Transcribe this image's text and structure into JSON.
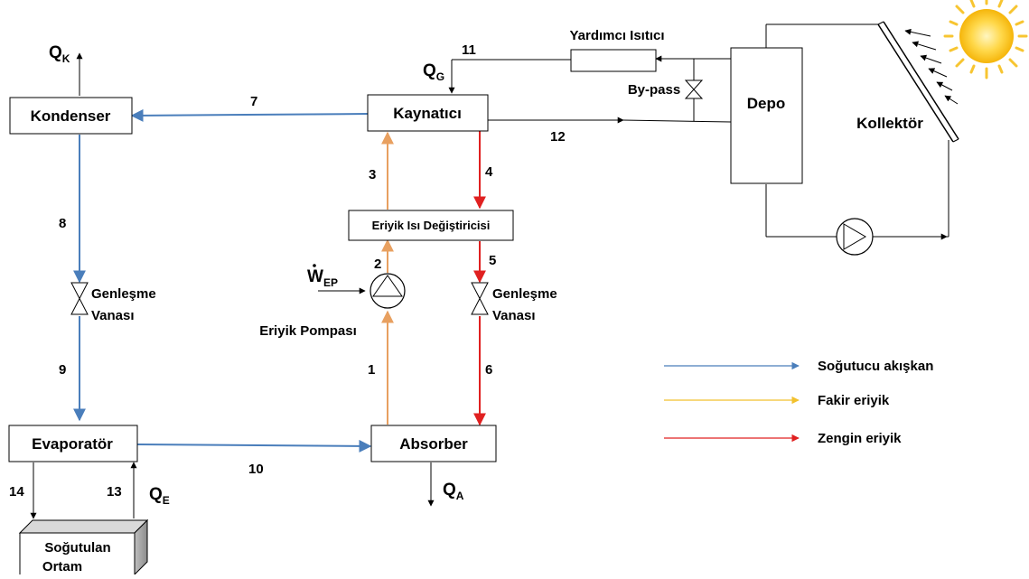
{
  "components": {
    "kondenser": "Kondenser",
    "kaynatici": "Kaynatıcı",
    "esd": "Eriyik Isı Değiştiricisi",
    "absorber": "Absorber",
    "evaporator": "Evaporatör",
    "depo": "Depo",
    "kollektor": "Kollektör",
    "yardimci": "Yardımcı Isıtıcı",
    "bypass": "By-pass",
    "pompa": "Eriyik Pompası",
    "genlesme": "Genleşme",
    "vanasi": "Vanası",
    "ortam_line1": "Soğutulan",
    "ortam_line2": "Ortam"
  },
  "heat": {
    "qk": {
      "main": "Q",
      "sub": "K"
    },
    "qg": {
      "main": "Q",
      "sub": "G"
    },
    "qa": {
      "main": "Q",
      "sub": "A"
    },
    "qe": {
      "main": "Q",
      "sub": "E"
    },
    "wep": {
      "main": "W",
      "sub": "EP"
    }
  },
  "streams": [
    "1",
    "2",
    "3",
    "4",
    "5",
    "6",
    "7",
    "8",
    "9",
    "10",
    "11",
    "12",
    "13",
    "14"
  ],
  "legend": [
    {
      "label": "Soğutucu akışkan",
      "color": "#4a7ebb"
    },
    {
      "label": "Fakir eriyik",
      "color": "#f2c12e"
    },
    {
      "label": "Zengin eriyik",
      "color": "#e02020"
    }
  ],
  "colors": {
    "refrigerant": "#4a7ebb",
    "poor": "#e8a060",
    "rich": "#e02020",
    "line": "#000000",
    "sun": "#f7c531"
  }
}
